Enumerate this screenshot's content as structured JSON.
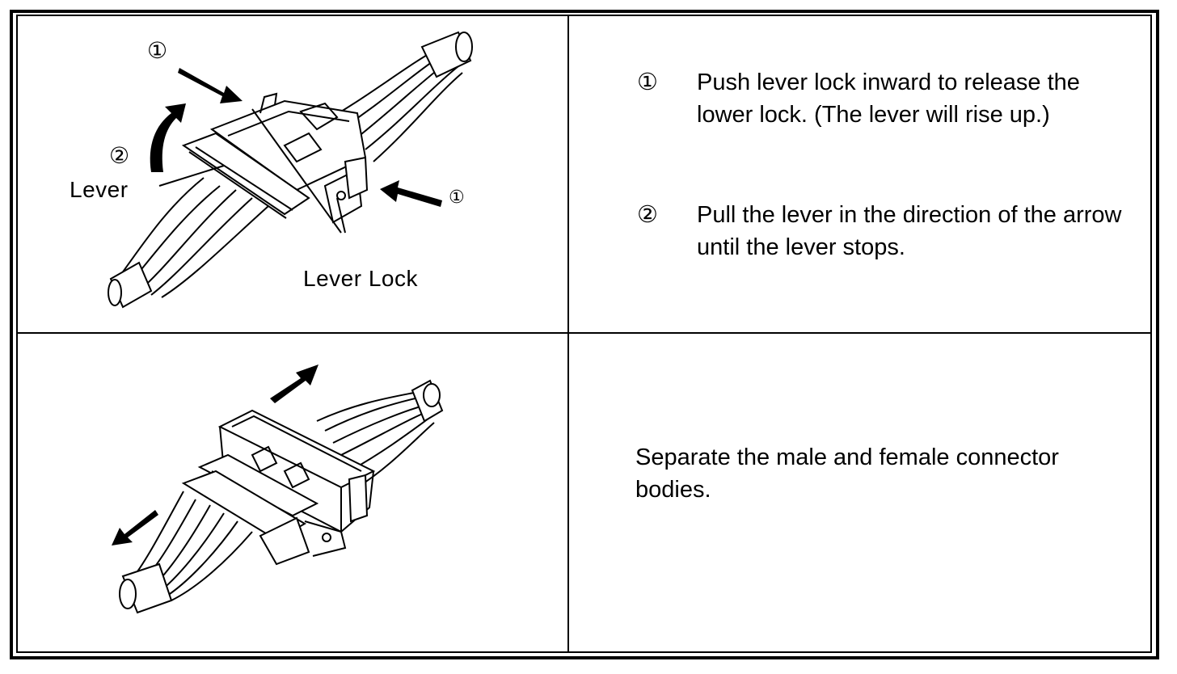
{
  "diagram": {
    "top_left": {
      "label_step1": "①",
      "label_step2": "②",
      "label_lever": "Lever",
      "label_step1_right": "①",
      "label_lever_lock": "Lever Lock"
    },
    "top_right": {
      "steps": [
        {
          "number": "①",
          "text": "Push lever lock inward to release the lower lock.  (The lever will rise up.)"
        },
        {
          "number": "②",
          "text": "Pull the lever in the direction of the arrow until the lever stops."
        }
      ]
    },
    "bottom_right": {
      "text": "Separate the male and female connector bodies."
    }
  }
}
